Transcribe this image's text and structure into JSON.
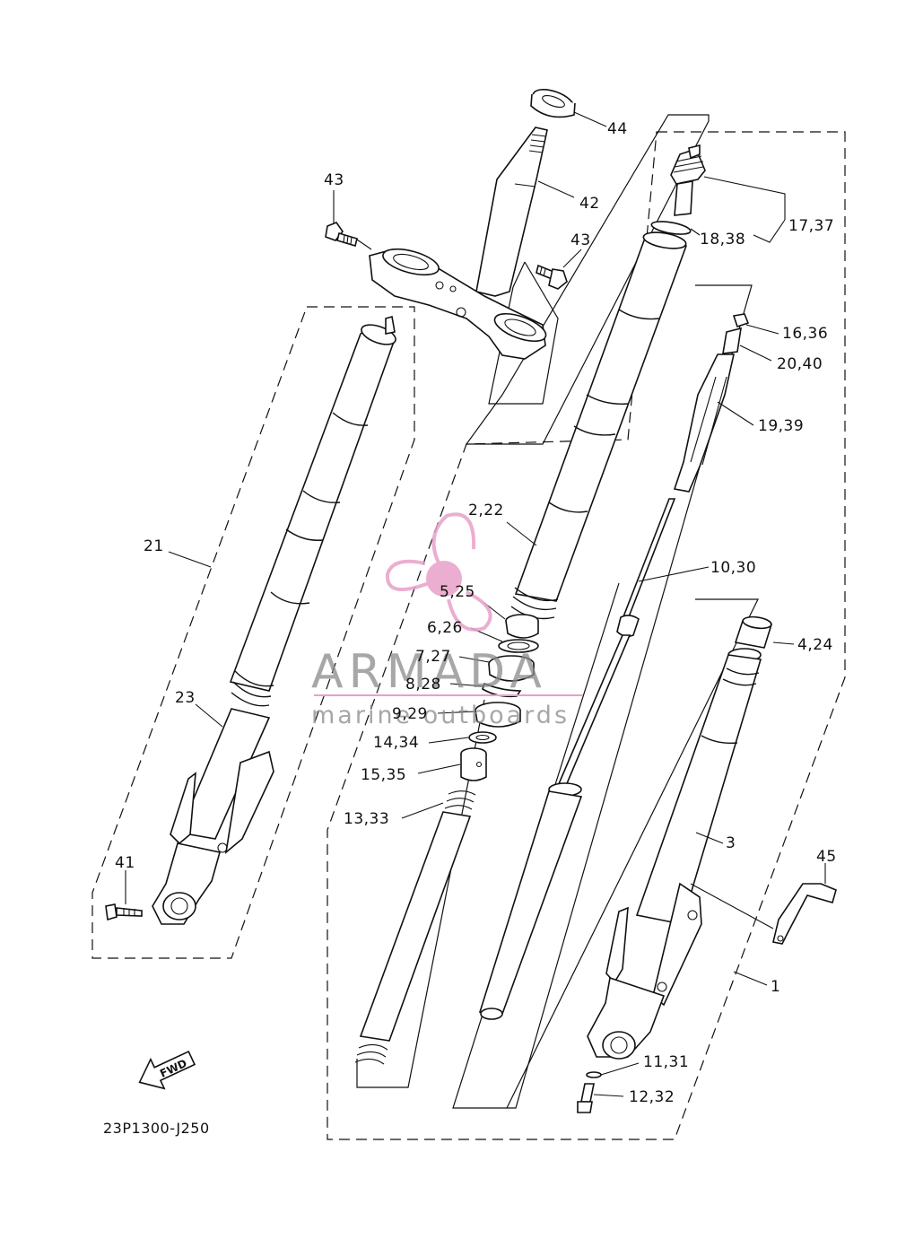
{
  "diagram": {
    "drawing_code": "23P1300-J250",
    "fwd_label": "FWD",
    "callouts": {
      "c44": "44",
      "c42": "42",
      "c43a": "43",
      "c43b": "43",
      "c17_37": "17,37",
      "c18_38": "18,38",
      "c16_36": "16,36",
      "c20_40": "20,40",
      "c19_39": "19,39",
      "c21": "21",
      "c2_22": "2,22",
      "c10_30": "10,30",
      "c5_25": "5,25",
      "c6_26": "6,26",
      "c4_24": "4,24",
      "c7_27": "7,27",
      "c8_28": "8,28",
      "c23": "23",
      "c9_29": "9,29",
      "c14_34": "14,34",
      "c15_35": "15,35",
      "c13_33": "13,33",
      "c3": "3",
      "c41": "41",
      "c45": "45",
      "c1": "1",
      "c11_31": "11,31",
      "c12_32": "12,32"
    }
  },
  "watermark": {
    "brand": "ARMADA",
    "tagline": "marine outboards",
    "accent_color": "#e8a0c8",
    "text_color": "#8a8a8a"
  }
}
